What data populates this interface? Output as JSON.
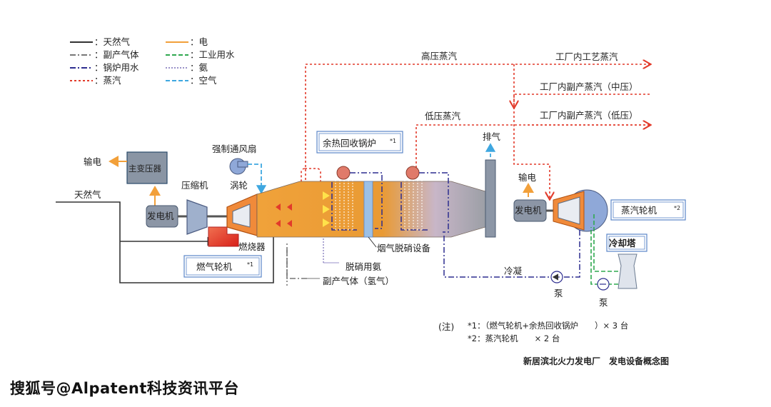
{
  "legend": {
    "natural_gas": "：天然气",
    "byproduct_gas": "：副产气体",
    "boiler_water": "：锅炉用水",
    "steam": "：蒸汽",
    "electricity": "：电",
    "industrial_water": "：工业用水",
    "ammonia": "：氨",
    "air": "：空气"
  },
  "labels": {
    "power_out_left": "输电",
    "main_transformer": "主变压器",
    "forced_fan": "强制通风扇",
    "natural_gas_in": "天然气",
    "generator_left": "发电机",
    "compressor": "压缩机",
    "turbine": "涡轮",
    "combustor": "燃烧器",
    "gas_turbine_box": "燃气轮机",
    "hrsg_box": "余热回收锅炉",
    "denox_ammonia": "脱硝用氨",
    "byproduct_gas_hydrogen": "副产气体（氢气）",
    "flue_gas_denox": "烟气脱硝设备",
    "exhaust": "排气",
    "hp_steam": "高压蒸汽",
    "lp_steam": "低压蒸汽",
    "factory_process_steam": "工厂内工艺蒸汽",
    "factory_byproduct_steam_mid": "工厂内副产蒸汽（中压）",
    "factory_byproduct_steam_low": "工厂内副产蒸汽（低压）",
    "power_out_right": "输电",
    "generator_right": "发电机",
    "steam_turbine_box": "蒸汽轮机",
    "cooling_tower": "冷却塔",
    "condensate": "冷凝",
    "pump1": "泵",
    "pump2": "泵",
    "mark1": "*1",
    "mark1b": "*1",
    "mark2": "*2"
  },
  "notes": {
    "prefix": "(注)",
    "note1": "*1：（燃气轮机+余热回收锅炉　　）× 3 台",
    "note2": "*2：蒸汽轮机　　× 2 台"
  },
  "caption": "新居滨北火力发电厂　发电设备概念图",
  "watermark": "搜狐号@Alpatent科技资讯平台",
  "colors": {
    "natural_gas": "#333333",
    "byproduct_gas": "#777777",
    "boiler_water": "#2d2d8f",
    "steam": "#e23a2a",
    "electricity": "#f2a03a",
    "industrial_water": "#2fa84f",
    "ammonia": "#9a92c8",
    "air": "#3ea7e0",
    "duct_orange": "#f09a2a",
    "equipment_gray": "#8c96a6",
    "turbine_blue": "#8fa8d8"
  }
}
